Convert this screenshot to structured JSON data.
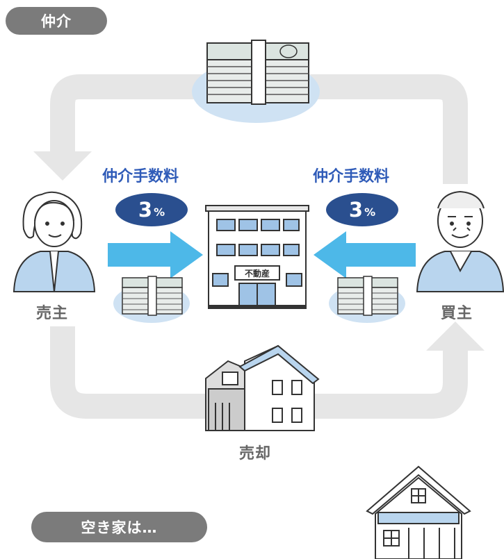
{
  "header_pill": "仲介",
  "seller_label": "売主",
  "buyer_label": "買主",
  "sale_label": "売却",
  "fee_left": {
    "label": "仲介手数料",
    "value": "3",
    "unit": "%"
  },
  "fee_right": {
    "label": "仲介手数料",
    "value": "3",
    "unit": "%"
  },
  "building_sign": "不動産",
  "bottom_pill": "空き家は…",
  "colors": {
    "accent_blue_arrow": "#4db8e8",
    "fee_text": "#2f5bb8",
    "badge_fill": "#2a4f8f",
    "cycle_arrow": "#e6e6e6",
    "pill_fill": "#7b7b7b"
  }
}
